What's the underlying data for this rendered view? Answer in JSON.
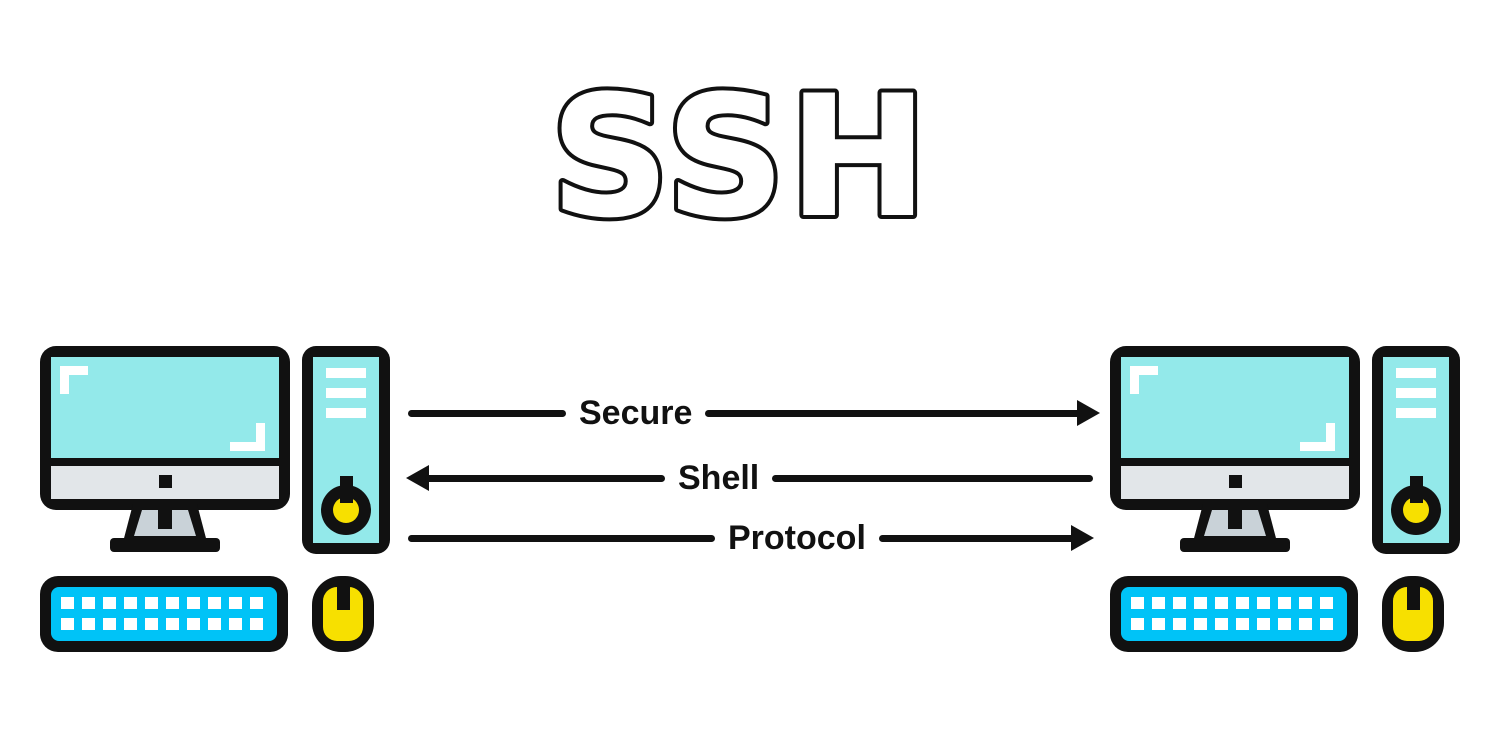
{
  "title": "SSH",
  "diagram": {
    "nodes": [
      {
        "icon": "computer-workstation-icon",
        "side": "left"
      },
      {
        "icon": "computer-workstation-icon",
        "side": "right"
      }
    ],
    "arrows": [
      {
        "label": "Secure",
        "direction": "left-to-right"
      },
      {
        "label": "Shell",
        "direction": "right-to-left"
      },
      {
        "label": "Protocol",
        "direction": "left-to-right"
      }
    ]
  },
  "colors": {
    "outline": "#111111",
    "screen": "#93E9EA",
    "bezel": "#E2E6E9",
    "stand": "#C9D2D8",
    "keyboard": "#00C3F7",
    "yellow": "#F7E000",
    "background": "#FFFFFF"
  }
}
